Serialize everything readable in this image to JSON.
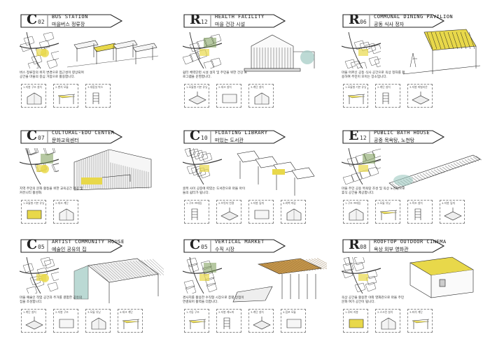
{
  "colors": {
    "accent_yellow": "#E8D84A",
    "accent_teal": "#9FC9C2",
    "ink": "#222222",
    "map_green": "#7A9A55"
  },
  "panels": [
    {
      "code": "C",
      "num": "02",
      "title_en": "BUS STATION",
      "title_kr": "마을버스 정류장",
      "desc": "버스 정류장의 위치 변경으로 접근성이 향상되며 공간을 마을의 중심 거점으로 활용합니다.",
      "thumbs": [
        "1.지붕 구조 설치",
        "2.벤치 모듈",
        "3.대합실 박스"
      ]
    },
    {
      "code": "R",
      "num": "12",
      "title_en": "HEALTH FACILITY",
      "title_kr": "마을 건강 시설",
      "desc": "쉼터 체력단련 시설 설치 및 주민을 위한 건강 프로그램을 운영합니다.",
      "thumbs": [
        "1.모듈형 기본 유닛",
        "2.데크 설치",
        "3.계단 설치"
      ]
    },
    {
      "code": "R",
      "num": "06",
      "title_en": "COMMUNAL DINING PAVILION",
      "title_kr": "공동 식사 정자",
      "desc": "마을 어르신 공동 식사 공간으로 옥상 정자를 활용하여 주민이 모이는 장소입니다.",
      "thumbs": [
        "1.모듈형 기본 유닛",
        "2.계단 설치",
        "3.지붕 파빌리온"
      ]
    },
    {
      "code": "C",
      "num": "07",
      "title_en": "CULTURAL-EDU CENTER",
      "title_kr": "문화교육센터",
      "desc": "지역 주민의 문화 활동을 위한 교육공간 제공 및 커뮤니티 활성화.",
      "thumbs": [
        "1.모듈형 기본 유닛",
        "2.데크 계단"
      ]
    },
    {
      "code": "C",
      "num": "10",
      "title_en": "FLOATING LIBRARY",
      "title_kr": "떠있는 도서관",
      "desc": "골목 사이 공중에 떠있는 도서관으로 마을 아이들의 쉼터가 됩니다.",
      "thumbs": [
        "1.구조 프레임",
        "2.브릿지 연결",
        "3.지붕 덮개",
        "4.외벽 마감"
      ]
    },
    {
      "code": "E",
      "num": "12",
      "title_en": "PUBLIC BATH HOUSE",
      "title_kr": "공중 목욕탕, 노천탕",
      "desc": "마을 주민 공용 목욕탕 조성 및 옥상 노천탕으로 휴식 공간을 제공합니다.",
      "thumbs": [
        "1.구조 프레임",
        "2.모듈 유닛",
        "3.욕조 설치",
        "4.지붕 덮개"
      ]
    },
    {
      "code": "C",
      "num": "05",
      "title_en": "ARTIST COMMUNITY HOUSE",
      "title_kr": "예술인 공유의 집",
      "desc": "마을 예술인 작업 공간과 주거를 결합한 공유의 집을 조성합니다.",
      "thumbs": [
        "1.계단 설치",
        "2.지붕 구조",
        "3.모듈 유닛",
        "4.데크 계단"
      ]
    },
    {
      "code": "C",
      "num": "05",
      "title_en": "VERTICAL MARKET",
      "title_kr": "수직 시장",
      "desc": "경사지를 활용한 수직형 시장으로 층별 상점이 연결되어 활력을 더합니다.",
      "thumbs": [
        "1.기둥 구조",
        "2.지붕 캐노피",
        "3.계단 설치",
        "4.점포 모듈"
      ]
    },
    {
      "code": "R",
      "num": "08",
      "title_en": "ROOFTOP OUTDOOR CINEMA",
      "title_kr": "옥상 외부 영화관",
      "desc": "옥상 공간을 활용한 야외 영화관으로 마을 주민 문화 여가 공간이 됩니다.",
      "thumbs": [
        "1.루버 지붕",
        "2.스크린 설치",
        "3.좌석 계단"
      ]
    }
  ]
}
